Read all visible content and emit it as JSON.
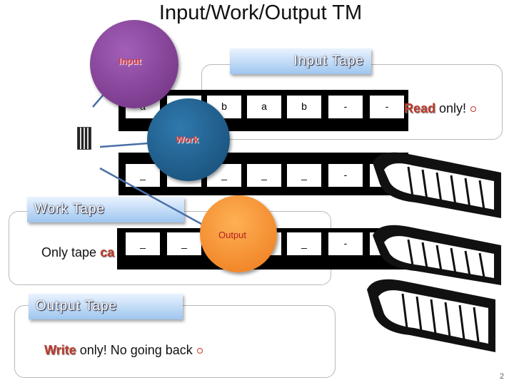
{
  "title": "Input/Work/Output TM",
  "input_tape": {
    "label": "Input Tape",
    "cells": [
      "a",
      "",
      "b",
      "a",
      "b",
      "-",
      "-"
    ],
    "text_tail": "only!",
    "text_word": "Read"
  },
  "work_tape": {
    "label": "Work Tape",
    "cells": [
      "_",
      "",
      "_",
      "_",
      "_",
      "-",
      "-"
    ],
    "text_prefix": "Only tape",
    "text_word": "ca"
  },
  "output_tape": {
    "label": "Output Tape",
    "cells": [
      "_",
      "_",
      "",
      "",
      "_",
      "-",
      "-"
    ],
    "text_word": "Write",
    "text_tail": "only! No going back"
  },
  "heads": {
    "input": "Input",
    "work": "Work",
    "output": "Output"
  },
  "page_number": "2",
  "colors": {
    "input_head": "#7a3f8a",
    "work_head": "#1f5a86",
    "output_head": "#f08a2a",
    "accent_red": "#c0392b",
    "tab_blue": "#9ec6ef"
  }
}
